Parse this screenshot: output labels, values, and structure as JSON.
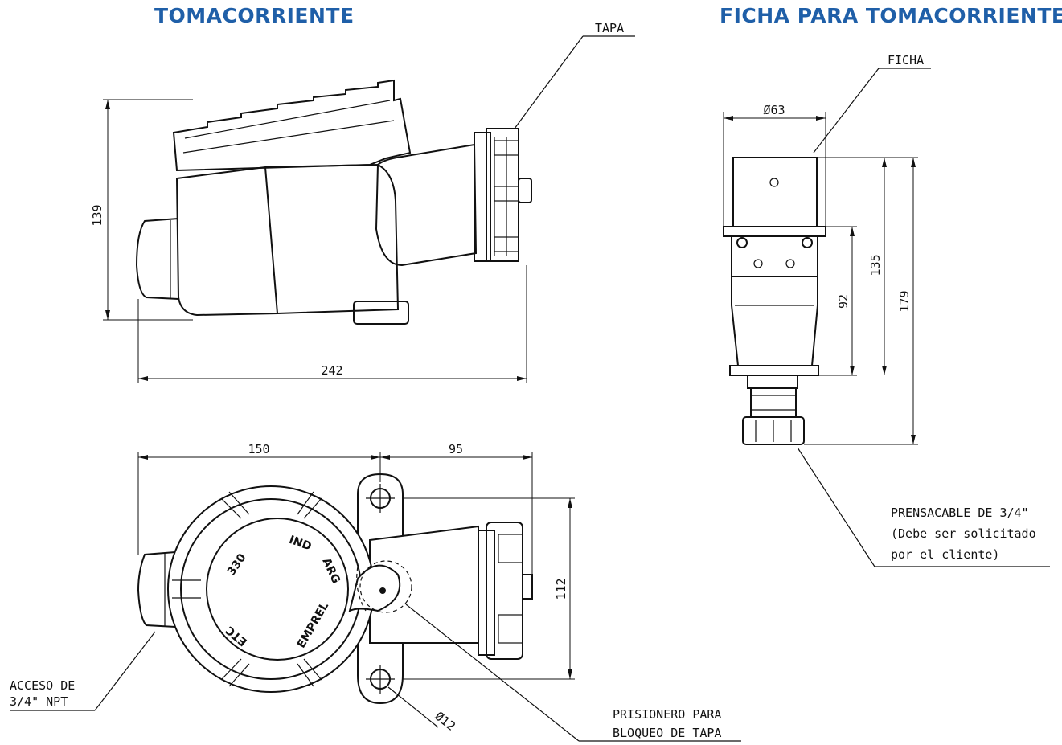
{
  "titles": {
    "left": "TOMACORRIENTE",
    "right": "FICHA PARA TOMACORRIENTE"
  },
  "labels": {
    "tapa": "TAPA",
    "ficha": "FICHA",
    "prensacable_1": "PRENSACABLE DE 3/4\"",
    "prensacable_2": "(Debe ser solicitado",
    "prensacable_3": "por el cliente)",
    "acceso_1": "ACCESO DE",
    "acceso_2": "3/4\" NPT",
    "prisionero_1": "PRISIONERO PARA",
    "prisionero_2": "BLOQUEO DE TAPA"
  },
  "dimensions": {
    "side_height": "139",
    "side_length": "242",
    "top_left": "150",
    "top_right": "95",
    "top_height": "112",
    "hole": "Ø12",
    "plug_diameter": "Ø63",
    "plug_92": "92",
    "plug_135": "135",
    "plug_179": "179"
  },
  "stamp": {
    "code": "330",
    "ind": "IND",
    "arg": "ARG",
    "brand": "EMPREL",
    "etc": "ETC"
  },
  "colors": {
    "title": "#1f5fa8",
    "line": "#111111"
  }
}
